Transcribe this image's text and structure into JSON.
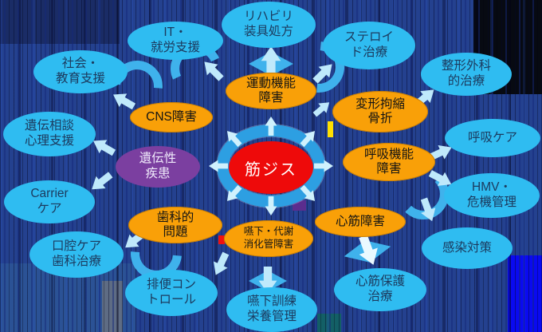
{
  "diagram": {
    "center": {
      "label": "筋ジス"
    },
    "inner_nodes": [
      {
        "id": "motor-function-disorder",
        "label": "運動機能\n障害",
        "fill": "orange"
      },
      {
        "id": "deformity-contracture-fracture",
        "label": "変形拘縮\n骨折",
        "fill": "orange"
      },
      {
        "id": "respiratory-function-disorder",
        "label": "呼吸機能\n障害",
        "fill": "orange"
      },
      {
        "id": "cardiac-disorder",
        "label": "心筋障害",
        "fill": "orange"
      },
      {
        "id": "swallowing-metabolic-gi-disorder",
        "label": "嚥下・代謝\n消化管障害",
        "fill": "orange"
      },
      {
        "id": "dental-problems",
        "label": "歯科的\n問題",
        "fill": "orange"
      },
      {
        "id": "hereditary-disease",
        "label": "遺伝性\n疾患",
        "fill": "purple"
      },
      {
        "id": "cns-disorder",
        "label": "CNS障害",
        "fill": "orange"
      }
    ],
    "outer_nodes": [
      {
        "id": "rehab-orthotics",
        "label": "リハビリ\n装具処方"
      },
      {
        "id": "steroid-therapy",
        "label": "ステロイ\nド治療"
      },
      {
        "id": "orthopedic-treatment",
        "label": "整形外科\n的治療"
      },
      {
        "id": "respiratory-care",
        "label": "呼吸ケア"
      },
      {
        "id": "hmv-crisis-management",
        "label": "HMV・\n危機管理"
      },
      {
        "id": "infection-control",
        "label": "感染対策"
      },
      {
        "id": "cardioprotective-treatment",
        "label": "心筋保護\n治療"
      },
      {
        "id": "swallowing-training-nutrition",
        "label": "嚥下訓練\n栄養管理"
      },
      {
        "id": "bowel-control",
        "label": "排便コン\nトロール"
      },
      {
        "id": "oral-care-dental-treatment",
        "label": "口腔ケア\n歯科治療"
      },
      {
        "id": "carrier-care",
        "label": "Carrier\nケア"
      },
      {
        "id": "genetic-counseling-psych",
        "label": "遺伝相談\n心理支援"
      },
      {
        "id": "social-education-support",
        "label": "社会・\n教育支援"
      },
      {
        "id": "it-employment-support",
        "label": "IT・\n就労支援"
      }
    ],
    "colors": {
      "background_blue": "#24418F",
      "node_cyan": "#2FBCF1",
      "node_orange": "#F9A008",
      "node_purple": "#7B3FA0",
      "center_red": "#EE0A0A",
      "arrow_ribbon_blue": "#3FB2EC",
      "arrow_pale_cyan": "#BFE9FB",
      "cyan_text": "#1C3A5E"
    }
  }
}
